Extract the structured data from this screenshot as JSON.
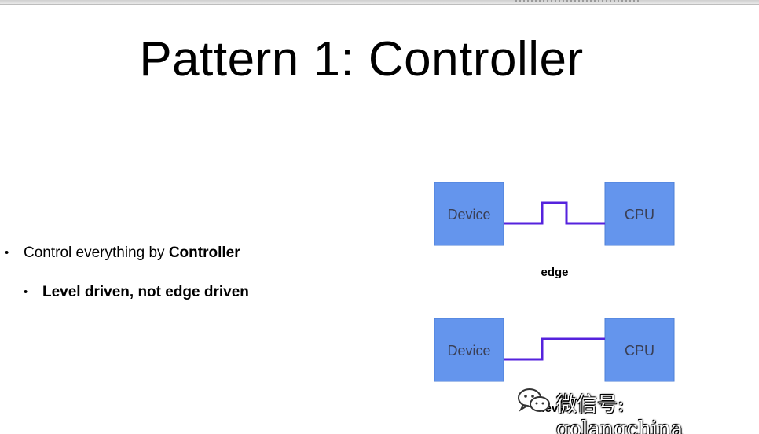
{
  "slide": {
    "title": "Pattern 1: Controller",
    "bullets": [
      {
        "marker": "•",
        "text": "Control everything by ",
        "bold": "Controller"
      },
      {
        "marker": "•",
        "bold": "Level driven, not edge driven"
      }
    ]
  },
  "diagram": {
    "edge": {
      "left_box": "Device",
      "right_box": "CPU",
      "caption": "edge"
    },
    "level": {
      "left_box": "Device",
      "right_box": "CPU",
      "caption": "level"
    },
    "colors": {
      "box_fill": "#6495ed",
      "signal_line": "#5522dd",
      "box_text": "#3a3f55"
    }
  },
  "watermark": {
    "text": "微信号: golangchina",
    "icon": "wechat-icon"
  }
}
